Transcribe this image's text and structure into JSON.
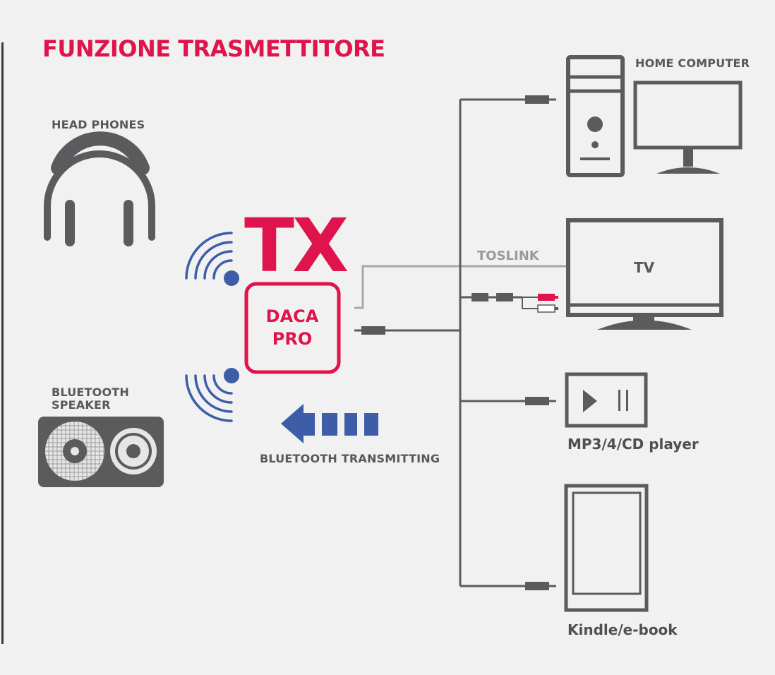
{
  "title": "FUNZIONE TRASMETTITORE",
  "mode_label": "TX",
  "device_name": [
    "DACA",
    "PRO"
  ],
  "left_devices": {
    "headphones": "HEAD PHONES",
    "speaker": [
      "BLUETOOTH",
      "SPEAKER"
    ]
  },
  "bluetooth_label": "BLUETOOTH TRANSMITTING",
  "connection_label": "TOSLINK",
  "right_devices": {
    "computer": "HOME COMPUTER",
    "tv": "TV",
    "player": "MP3/4/CD player",
    "ebook": "Kindle/e-book"
  },
  "icons": [
    "headphones-icon",
    "bluetooth-speaker-icon",
    "wireless-waves-icon",
    "arrow-left-icon",
    "desktop-computer-icon",
    "monitor-icon",
    "tv-icon",
    "media-player-icon",
    "ebook-reader-icon",
    "cable-plug-icon",
    "rca-connector-icon"
  ],
  "colors": {
    "accent_red": "#e0144c",
    "bluetooth_blue": "#3d5da8",
    "device_gray": "#5b5b5d",
    "toslink_gray": "#a8a8a8",
    "background": "#f1f1f1"
  }
}
